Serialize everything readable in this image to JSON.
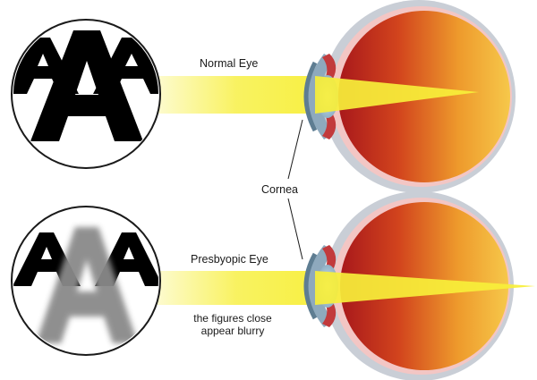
{
  "labels": {
    "normal_eye": "Normal Eye",
    "cornea": "Cornea",
    "presbyopic_eye": "Presbyopic Eye",
    "note_line1": "the figures close",
    "note_line2": "appear blurry"
  },
  "chart_letters": {
    "glyph": "A",
    "top_row_count": 3,
    "bottom_row_count": 3
  },
  "colors": {
    "sclera_outer": "#c9ced6",
    "eye_red": "#a8181b",
    "eye_orange": "#e88a26",
    "eye_yellow": "#f6c84a",
    "light_beam": "#f7ef3a",
    "lens": "#a9c6d9",
    "blurry_letter": "#8a8a8a",
    "text": "#1a1a1a"
  }
}
